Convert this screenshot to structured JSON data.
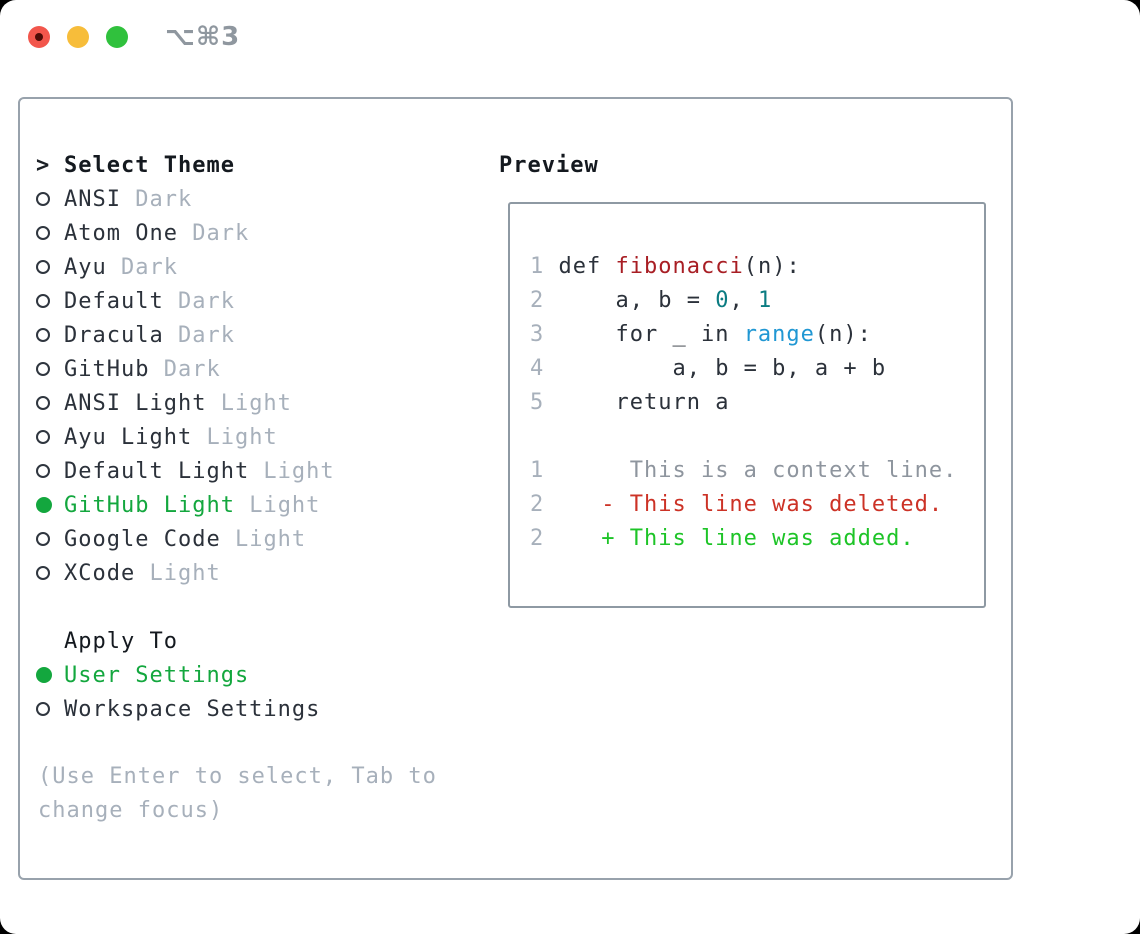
{
  "window": {
    "shortcut": "⌥⌘3"
  },
  "colors": {
    "text_dark": "#2b313a",
    "header_dark": "#14191f",
    "muted": "#a7b0bb",
    "selected_green": "#13a73e",
    "radio_outline": "#2f363f",
    "code": "#2b313a",
    "func": "#a81e24",
    "num": "#0b7c82",
    "builtin": "#2097d3",
    "context": "#8e959e",
    "deleted": "#cc3226",
    "added": "#1dc427",
    "line_number": "#a7b0bb",
    "traffic_red": "#f2564c",
    "traffic_yellow": "#f7bd3a",
    "traffic_green": "#30c13d"
  },
  "theme_selector": {
    "header_marker": ">",
    "header": "Select Theme",
    "items": [
      {
        "name": "ANSI",
        "variant": "Dark",
        "selected": false
      },
      {
        "name": "Atom One",
        "variant": "Dark",
        "selected": false
      },
      {
        "name": "Ayu",
        "variant": "Dark",
        "selected": false
      },
      {
        "name": "Default",
        "variant": "Dark",
        "selected": false
      },
      {
        "name": "Dracula",
        "variant": "Dark",
        "selected": false
      },
      {
        "name": "GitHub",
        "variant": "Dark",
        "selected": false
      },
      {
        "name": "ANSI Light",
        "variant": "Light",
        "selected": false
      },
      {
        "name": "Ayu Light",
        "variant": "Light",
        "selected": false
      },
      {
        "name": "Default Light",
        "variant": "Light",
        "selected": false
      },
      {
        "name": "GitHub Light",
        "variant": "Light",
        "selected": true
      },
      {
        "name": "Google Code",
        "variant": "Light",
        "selected": false
      },
      {
        "name": "XCode",
        "variant": "Light",
        "selected": false
      }
    ],
    "apply_to": {
      "header": "Apply To",
      "options": [
        {
          "name": "User Settings",
          "selected": true
        },
        {
          "name": "Workspace Settings",
          "selected": false
        }
      ]
    },
    "hint_line1": "(Use Enter to select, Tab to",
    "hint_line2": "change focus)"
  },
  "preview": {
    "header": "Preview",
    "lines": [
      {
        "num": "1",
        "tokens": [
          {
            "text": " def ",
            "style": "code"
          },
          {
            "text": "fibonacci",
            "style": "func"
          },
          {
            "text": "(n):",
            "style": "code"
          }
        ]
      },
      {
        "num": "2",
        "tokens": [
          {
            "text": "     a, b = ",
            "style": "code"
          },
          {
            "text": "0",
            "style": "num"
          },
          {
            "text": ", ",
            "style": "code"
          },
          {
            "text": "1",
            "style": "num"
          }
        ]
      },
      {
        "num": "3",
        "tokens": [
          {
            "text": "     for _ in ",
            "style": "code"
          },
          {
            "text": "range",
            "style": "builtin"
          },
          {
            "text": "(n):",
            "style": "code"
          }
        ]
      },
      {
        "num": "4",
        "tokens": [
          {
            "text": "         a, b = b, a + b",
            "style": "code"
          }
        ]
      },
      {
        "num": "5",
        "tokens": [
          {
            "text": "     return a",
            "style": "code"
          }
        ]
      },
      {
        "num": "",
        "tokens": []
      },
      {
        "num": "1",
        "tokens": [
          {
            "text": "      This is a context line.",
            "style": "context"
          }
        ]
      },
      {
        "num": "2",
        "tokens": [
          {
            "text": "    - This line was deleted.",
            "style": "deleted"
          }
        ]
      },
      {
        "num": "2",
        "tokens": [
          {
            "text": "    + This line was added.",
            "style": "added"
          }
        ]
      }
    ]
  }
}
